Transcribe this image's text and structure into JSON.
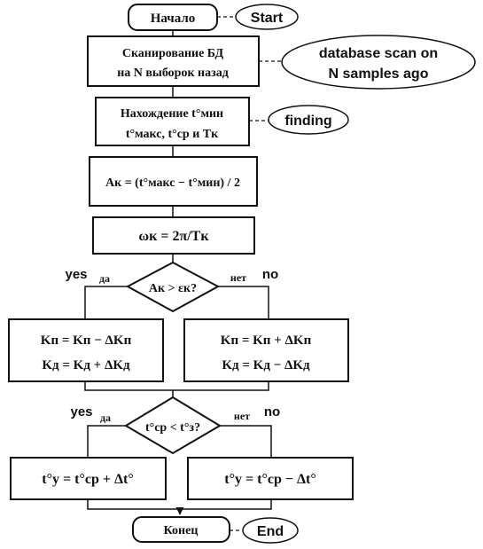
{
  "nodes": {
    "start": "Начало",
    "scan": [
      "Сканирование БД",
      "на N выборок назад"
    ],
    "finding": [
      "Нахождение t°мин",
      "t°макс, t°ср и Tк"
    ],
    "amplitude": "Aк = (t°макс − t°мин) / 2",
    "omega": "ωк = 2π/Tк",
    "decision1": "Aк > εк?",
    "branch1_yes": [
      "Kп = Kп − ΔKп",
      "Kд = Kд + ΔKд"
    ],
    "branch1_no": [
      "Kп = Kп + ΔKп",
      "Kд = Kд − ΔKд"
    ],
    "decision2": "t°ср < t°з?",
    "branch2_yes": "t°у = t°ср + Δt°",
    "branch2_no": "t°у = t°ср − Δt°",
    "end": "Конец"
  },
  "labels": {
    "yes_ru": "да",
    "no_ru": "нет",
    "yes_en": "yes",
    "no_en": "no"
  },
  "annotations": {
    "start": "Start",
    "scan": [
      "database scan on",
      "N samples ago"
    ],
    "finding": "finding",
    "end": "End"
  }
}
